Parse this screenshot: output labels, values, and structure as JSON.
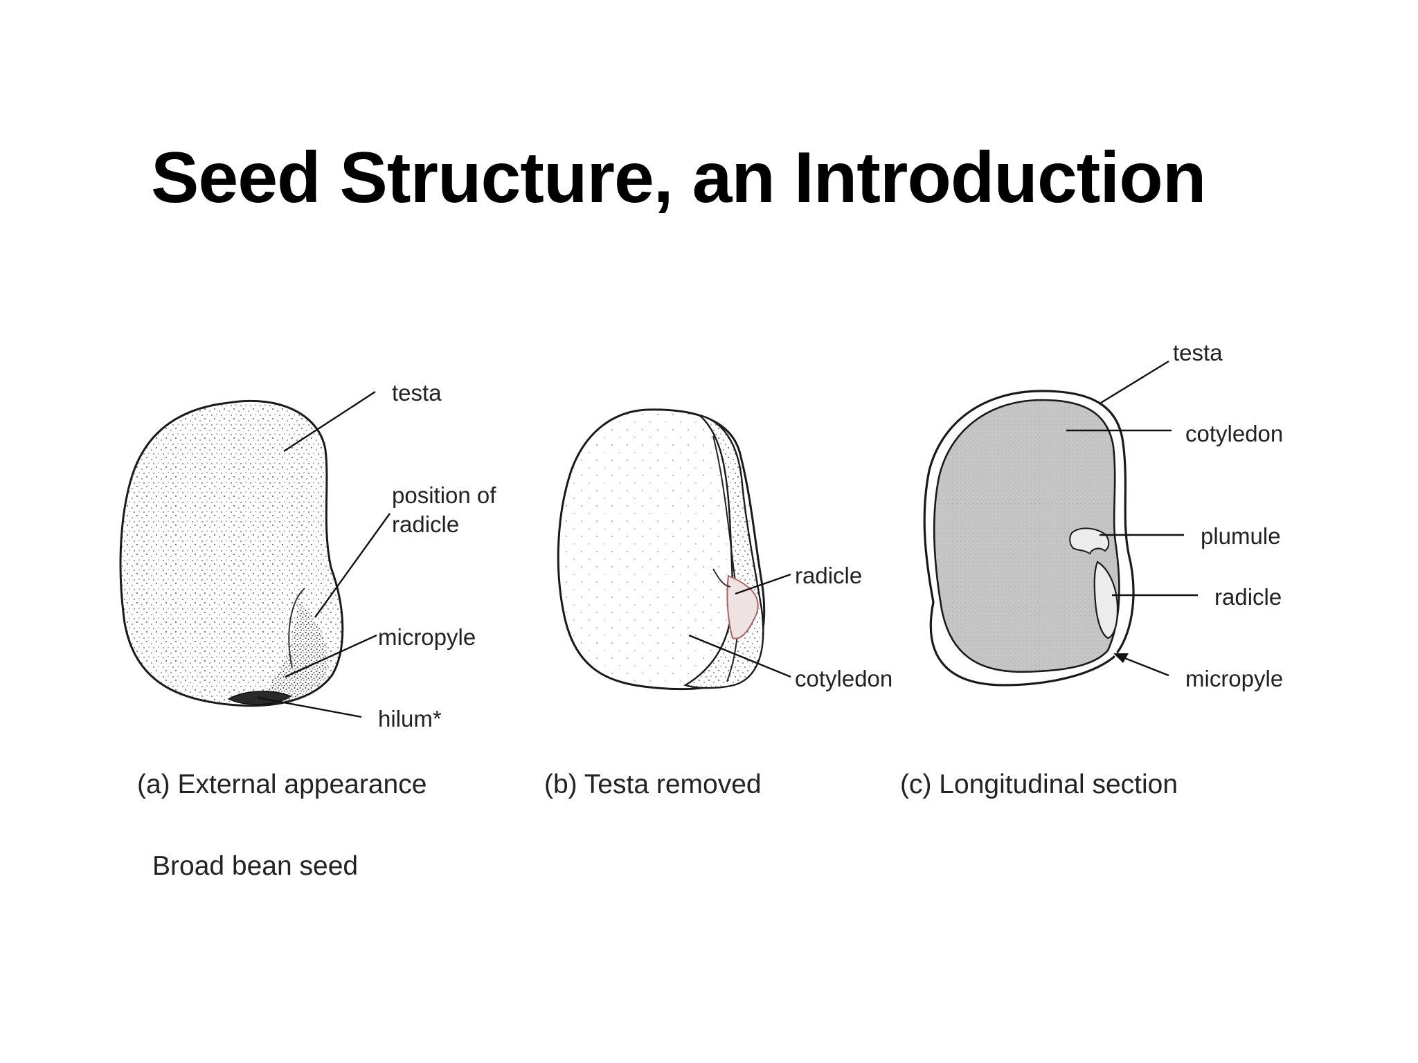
{
  "slide": {
    "title": "Seed Structure, an Introduction"
  },
  "figure": {
    "panel_a": {
      "labels": {
        "testa": "testa",
        "position_of": "position of",
        "radicle": "radicle",
        "micropyle": "micropyle",
        "hilum": "hilum*"
      },
      "caption": "(a) External appearance"
    },
    "panel_b": {
      "labels": {
        "radicle": "radicle",
        "cotyledon": "cotyledon"
      },
      "caption": "(b) Testa removed"
    },
    "panel_c": {
      "labels": {
        "testa": "testa",
        "cotyledon": "cotyledon",
        "plumule": "plumule",
        "radicle": "radicle",
        "micropyle": "micropyle"
      },
      "caption": "(c) Longitudinal section"
    },
    "figure_caption": "Broad bean seed"
  },
  "colors": {
    "section_fill": "#c6c6c6",
    "radicle_tint": "#c98a8a",
    "ink": "#1a1a1a"
  }
}
